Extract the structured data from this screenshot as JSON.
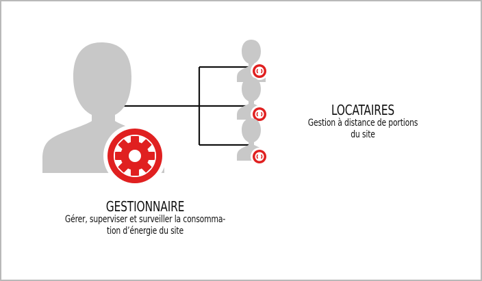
{
  "manager": {
    "title": "GESTIONNAIRE",
    "description_line1": "Gérer, superviser et surveiller la consomma-",
    "description_line2": "tion d’énergie du site",
    "icon": "gear-icon",
    "badge_color": "#e02020"
  },
  "tenants": {
    "title": "LOCATAIRES",
    "description_line1": "Gestion à distance de portions",
    "description_line2": "du site",
    "count": 3,
    "icon": "power-icon",
    "badge_color": "#e02020"
  },
  "colors": {
    "silhouette": "#c8c8c8",
    "accent": "#e02020",
    "connector": "#111111",
    "frame": "#b9b9b9"
  }
}
